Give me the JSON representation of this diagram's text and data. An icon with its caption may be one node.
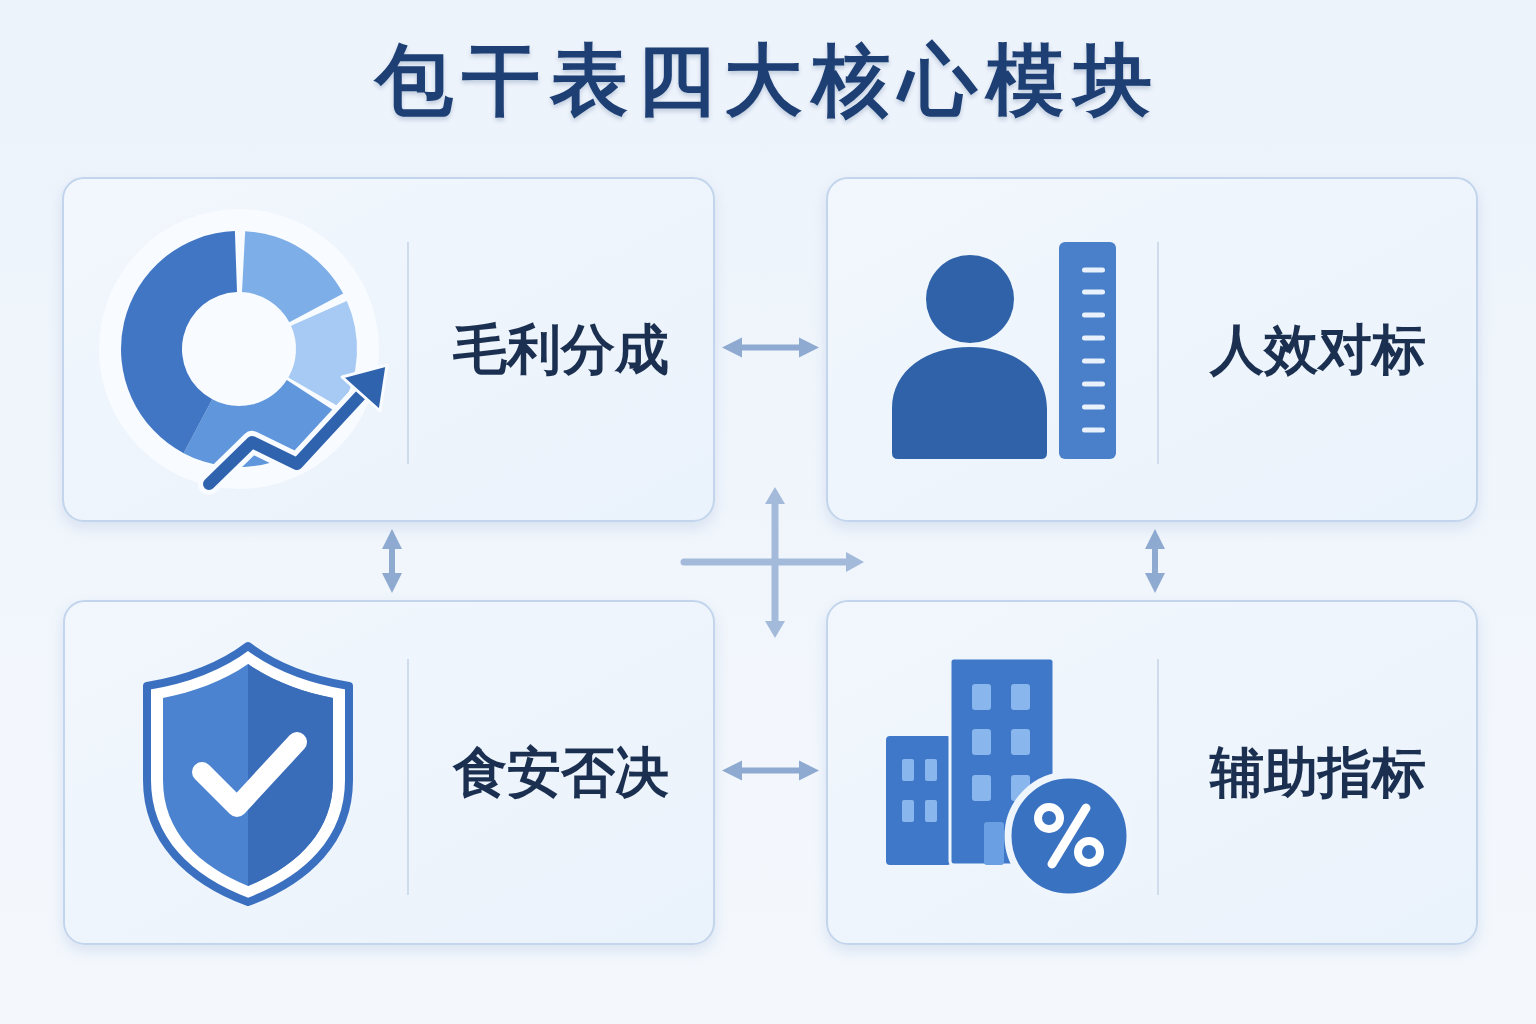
{
  "diagram": {
    "title": "包干表四大核心模块",
    "nodes": [
      {
        "text": [
          "毛利分成"
        ]
      },
      {
        "text": [
          "人效对标"
        ]
      },
      {
        "text": [
          "食安否决"
        ]
      },
      {
        "text": [
          "辅助指标"
        ]
      }
    ],
    "edges": [
      {
        "from": 0,
        "to": 1,
        "arrow": "both"
      },
      {
        "from": 0,
        "to": 2,
        "arrow": "both"
      },
      {
        "from": 1,
        "to": 3,
        "arrow": "both"
      },
      {
        "from": 2,
        "to": 3,
        "arrow": "both"
      }
    ]
  }
}
